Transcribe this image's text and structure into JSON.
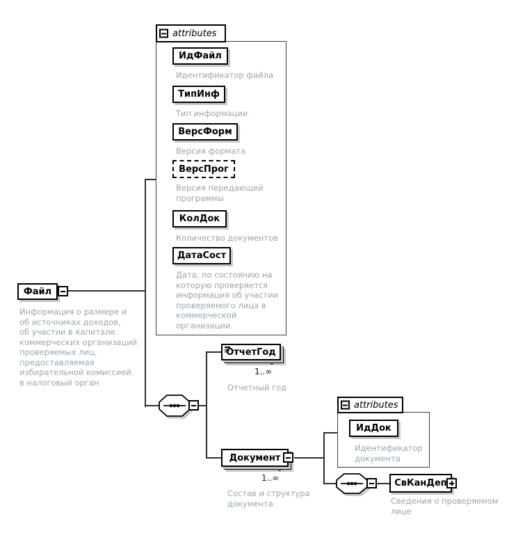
{
  "file": {
    "name": "Файл",
    "annotation": "Информация о размере и\nоб источниках доходов,\nоб участии в капитале\nкоммерческих организаций\nпроверяемых лиц,\nпредоставляемая\nизбирательной комиссией\nв налоговый орган"
  },
  "fileAttributes": {
    "header": "attributes",
    "items": [
      {
        "name": "ИдФайл",
        "annotation": "Идентификатор файла"
      },
      {
        "name": "ТипИнф",
        "annotation": "Тип информации"
      },
      {
        "name": "ВерсФорм",
        "annotation": "Версия формата"
      },
      {
        "name": "ВерсПрог",
        "annotation": "Версия передающей\nпрограммы"
      },
      {
        "name": "КолДок",
        "annotation": "Количество документов"
      },
      {
        "name": "ДатаСост",
        "annotation": "Дата, по состоянию на\nкоторую проверяется\nинформация об участии\nпроверяемого лица в\nкоммерческой\nорганизации"
      }
    ]
  },
  "otchetGod": {
    "name": "ОтчетГод",
    "occurs": "1..∞",
    "annotation": "Отчетный год"
  },
  "dokument": {
    "name": "Документ",
    "occurs": "1..∞",
    "annotation": "Состав и структура\nдокумента"
  },
  "dokumentAttributes": {
    "header": "attributes",
    "items": [
      {
        "name": "ИдДок",
        "annotation": "Идентификатор\nдокумента"
      }
    ]
  },
  "svKanDep": {
    "name": "СвКанДеп",
    "annotation": "Сведения о проверяемом\nлице"
  }
}
